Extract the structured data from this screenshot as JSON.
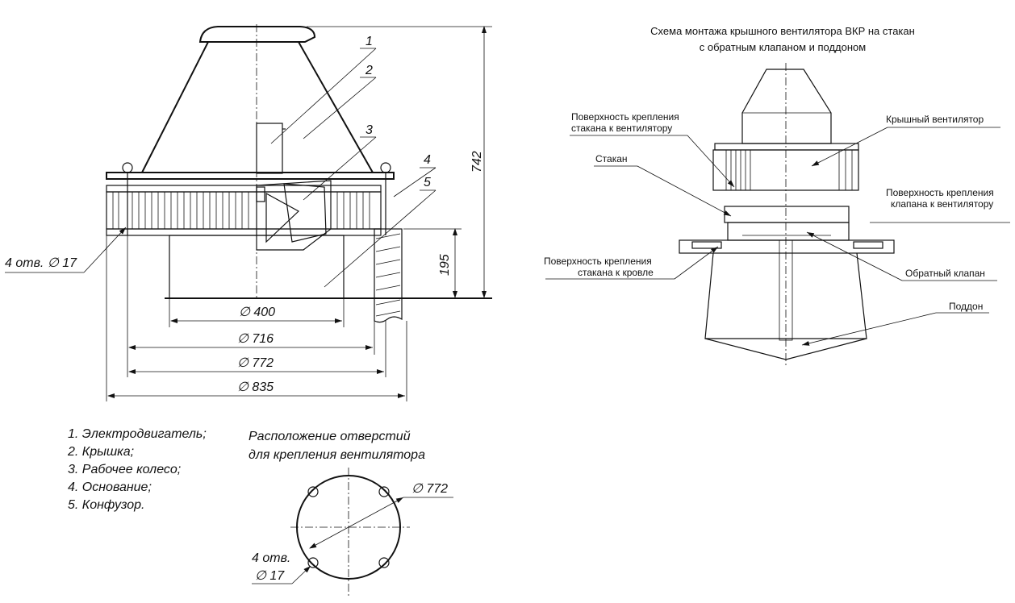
{
  "schema": {
    "title_line1": "Схема монтажа крышного вентилятора ВКР на стакан",
    "title_line2": "с обратным клапаном и поддоном",
    "labels": {
      "mount_surface_fan_1": "Поверхность крепления",
      "mount_surface_fan_2": "стакана к вентилятору",
      "roof_fan": "Крышный вентилятор",
      "glass": "Стакан",
      "valve_surface_1": "Поверхность крепления",
      "valve_surface_2": "клапана к вентилятору",
      "roof_surface_1": "Поверхность крепления",
      "roof_surface_2": "стакана к кровле",
      "check_valve": "Обратный клапан",
      "tray": "Поддон"
    }
  },
  "drawing": {
    "callouts": [
      "1",
      "2",
      "3",
      "4",
      "5"
    ],
    "holes_label": "4 отв. ∅ 17",
    "dim_height": "742",
    "dim_195": "195",
    "dim_400": "∅ 400",
    "dim_716": "∅ 716",
    "dim_772": "∅ 772",
    "dim_835": "∅ 835"
  },
  "legend": {
    "items": [
      "1. Электродвигатель;",
      "2. Крышка;",
      "3. Рабочее колесо;",
      "4. Основание;",
      "5. Конфузор."
    ]
  },
  "holes": {
    "title_line1": "Расположение отверстий",
    "title_line2": "для крепления вентилятора",
    "dim_772": "∅ 772",
    "count_label": "4 отв.",
    "dia_label": "∅ 17"
  }
}
